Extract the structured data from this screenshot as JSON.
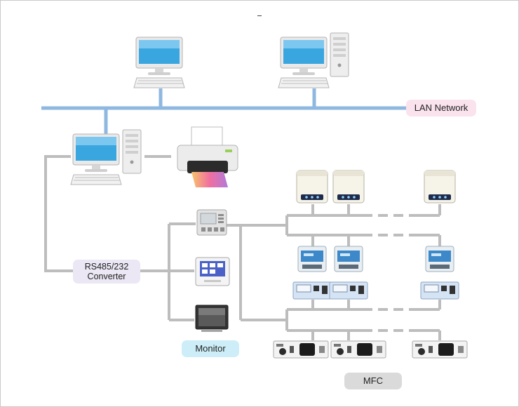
{
  "labels": {
    "lan": "LAN Network",
    "rs_line1": "RS485/232",
    "rs_line2": "Converter",
    "monitor": "Monitor",
    "mfc": "MFC"
  },
  "colors": {
    "lan_line": "#8fb8e0",
    "serial_line": "#bdbdbd",
    "lan_label_bg": "#fbe3ee",
    "rs_label_bg": "#ebe7f4",
    "monitor_label_bg": "#cdeef8",
    "mfc_label_bg": "#dadada",
    "screen": "#3aa6e0"
  },
  "icons": {
    "pc": "desktop-computer-icon",
    "tower": "pc-tower-icon",
    "printer": "printer-icon",
    "controller": "controller-terminal-icon",
    "touch_panel": "touch-panel-icon",
    "monitor": "monitor-display-icon",
    "sensor": "sensor-module-icon",
    "transmitter": "gas-transmitter-icon",
    "display_unit": "display-unit-icon",
    "mfc": "mass-flow-controller-icon"
  }
}
